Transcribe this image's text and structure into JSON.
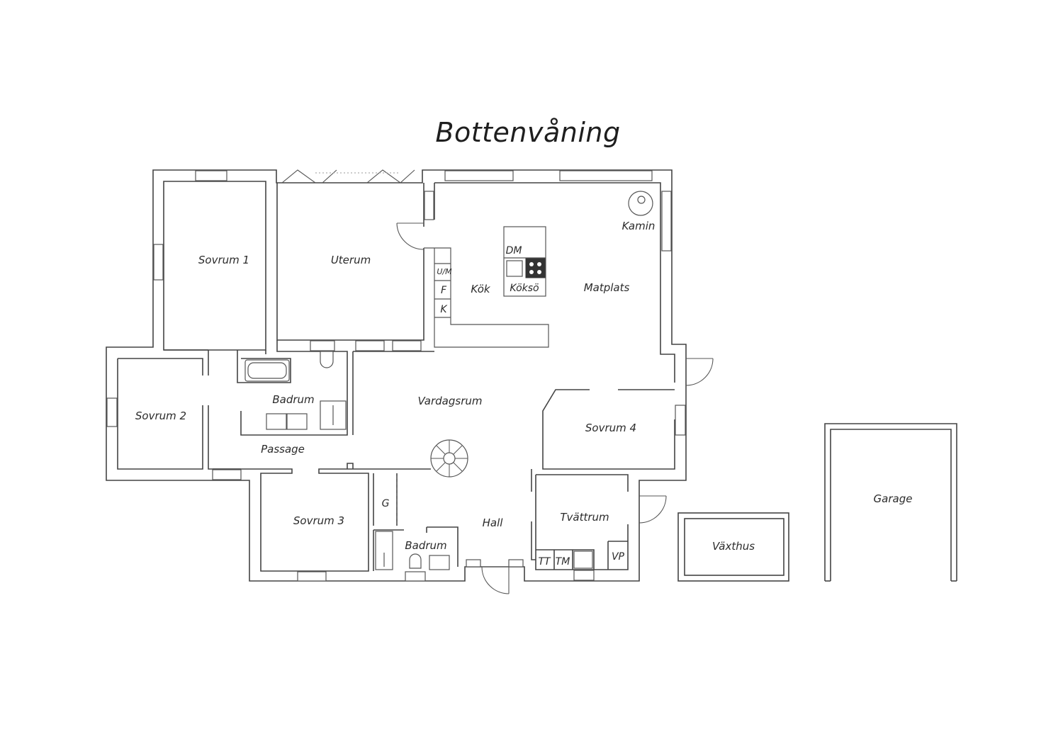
{
  "title": "Bottenvåning",
  "rooms": {
    "sovrum1": "Sovrum 1",
    "uterum": "Uterum",
    "kok": "Kök",
    "matplats": "Matplats",
    "kamin": "Kamin",
    "sovrum2": "Sovrum 2",
    "badrum1": "Badrum",
    "passage": "Passage",
    "vardagsrum": "Vardagsrum",
    "sovrum4": "Sovrum 4",
    "sovrum3": "Sovrum 3",
    "badrum2": "Badrum",
    "hall": "Hall",
    "tvattrum": "Tvättrum",
    "vaxthus": "Växthus",
    "garage": "Garage"
  },
  "fixtures": {
    "dm": "DM",
    "umw": "U/M",
    "f": "F",
    "k": "K",
    "kokso": "Köksö",
    "g": "G",
    "tt": "TT",
    "tm": "TM",
    "vp": "VP"
  },
  "colors": {
    "wall": "#444444",
    "text": "#2b2b2b",
    "background": "#ffffff"
  }
}
